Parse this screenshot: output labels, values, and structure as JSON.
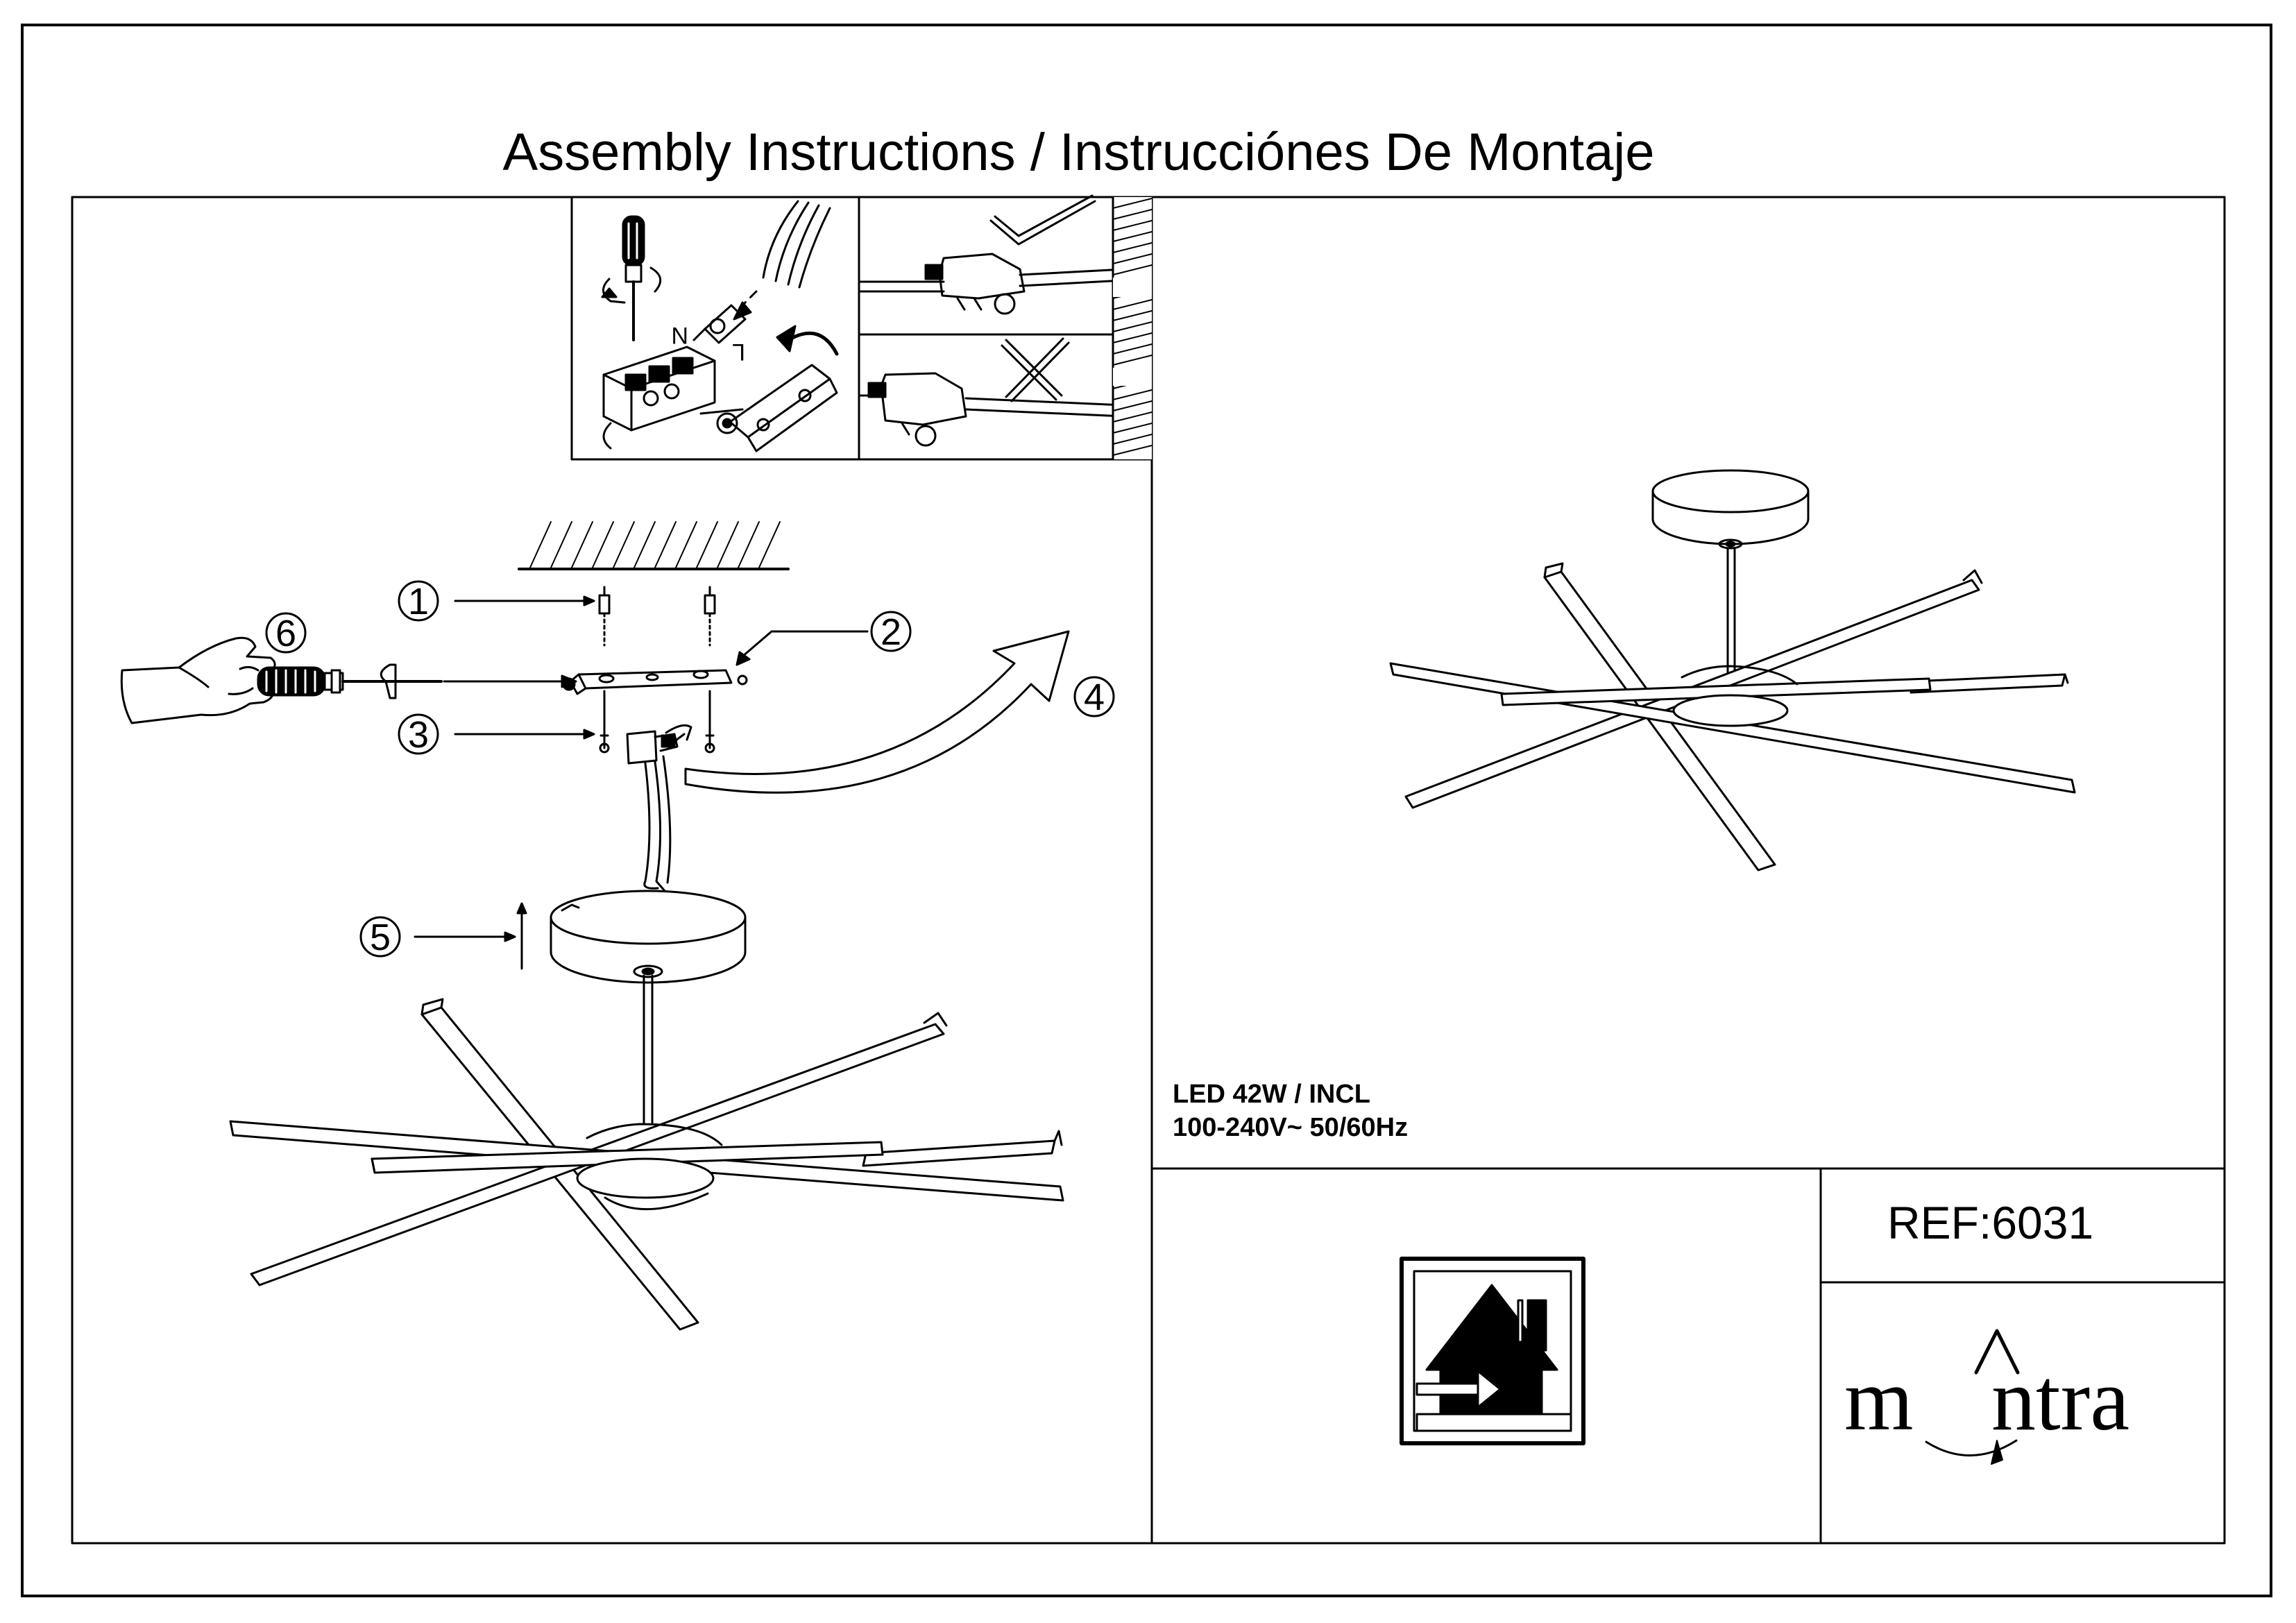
{
  "title": "Assembly Instructions / Instrucciónes De Montaje",
  "wiring_labels": {
    "neutral": "N",
    "live": "L"
  },
  "steps": [
    "1",
    "2",
    "3",
    "4",
    "5",
    "6"
  ],
  "specs": {
    "power": "LED 42W / INCL",
    "voltage": "100-240V~  50/60Hz"
  },
  "ref": "REF:6031",
  "brand": {
    "first": "m",
    "rest": "ntra"
  },
  "icons": [
    "screwdriver-icon",
    "check-mark-icon",
    "cross-mark-icon",
    "hand-icon",
    "indoor-use-icon",
    "ceiling-hatch-icon",
    "mantra-logo-icon"
  ]
}
